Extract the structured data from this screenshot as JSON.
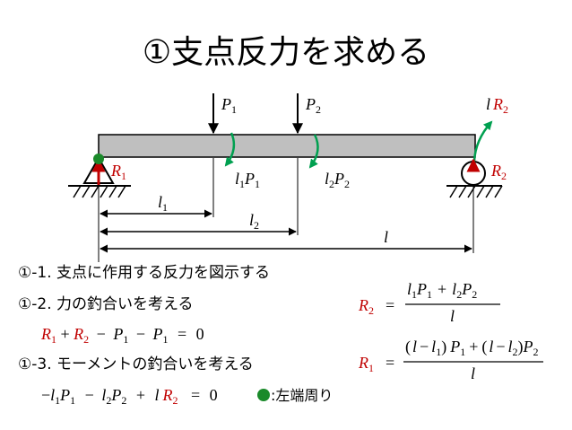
{
  "title": "①支点反力を求める",
  "colors": {
    "beam_fill": "#bfbfbf",
    "reaction_red": "#c00000",
    "moment_green": "#00a050",
    "pivot_green": "#1a8a2a",
    "black": "#000000"
  },
  "diagram": {
    "load_labels": [
      {
        "name": "P",
        "sub": "1"
      },
      {
        "name": "P",
        "sub": "2"
      }
    ],
    "moment_labels": [
      {
        "a": "l",
        "a_sub": "1",
        "b": "P",
        "b_sub": "1"
      },
      {
        "a": "l",
        "a_sub": "2",
        "b": "P",
        "b_sub": "2"
      }
    ],
    "reaction_left": {
      "name": "R",
      "sub": "1"
    },
    "reaction_right": {
      "name": "R",
      "sub": "2"
    },
    "right_moment": {
      "coef": "l",
      "name": "R",
      "sub": "2"
    },
    "dims": [
      {
        "name": "l",
        "sub": "1"
      },
      {
        "name": "l",
        "sub": "2"
      },
      {
        "name": "l",
        "sub": ""
      }
    ]
  },
  "steps": [
    {
      "label": "①-1. 支点に作用する反力を図示する"
    },
    {
      "label": "①-2. 力の釣合いを考える"
    },
    {
      "label": "①-3. モーメントの釣合いを考える"
    }
  ],
  "legend": {
    "text": ":左端周り"
  },
  "equations": {
    "force": {
      "r1": "R",
      "r1_sub": "1",
      "plus": "+",
      "r2": "R",
      "r2_sub": "2",
      "m1": "−",
      "p1": "P",
      "p1_sub": "1",
      "m2": "−",
      "p2": "P",
      "p2_sub": "1",
      "eq": "=",
      "zero": "0"
    },
    "moment": {
      "m1": "−",
      "l1": "l",
      "l1_sub": "1",
      "p1": "P",
      "p1_sub": "1",
      "m2": "−",
      "l2": "l",
      "l2_sub": "2",
      "p2": "P",
      "p2_sub": "2",
      "plus": "+",
      "l": "l",
      "r2": "R",
      "r2_sub": "2",
      "eq": "=",
      "zero": "0"
    },
    "r2_solution": {
      "lhs": "R",
      "lhs_sub": "2",
      "eq": "=",
      "n_l1": "l",
      "n_l1_sub": "1",
      "n_p1": "P",
      "n_p1_sub": "1",
      "n_plus": "+",
      "n_l2": "l",
      "n_l2_sub": "2",
      "n_p2": "P",
      "n_p2_sub": "2",
      "den": "l"
    },
    "r1_solution": {
      "lhs": "R",
      "lhs_sub": "1",
      "eq": "=",
      "n_o1": "(",
      "n_l": "l",
      "n_m1": "−",
      "n_l1": "l",
      "n_l1_sub": "1",
      "n_c1": ")",
      "n_p1": "P",
      "n_p1_sub": "1",
      "n_plus": "+",
      "n_o2": "(",
      "n_l_b": "l",
      "n_m2": "−",
      "n_l2": "l",
      "n_l2_sub": "2",
      "n_c2": ")",
      "n_p2": "P",
      "n_p2_sub": "2",
      "den": "l"
    }
  }
}
